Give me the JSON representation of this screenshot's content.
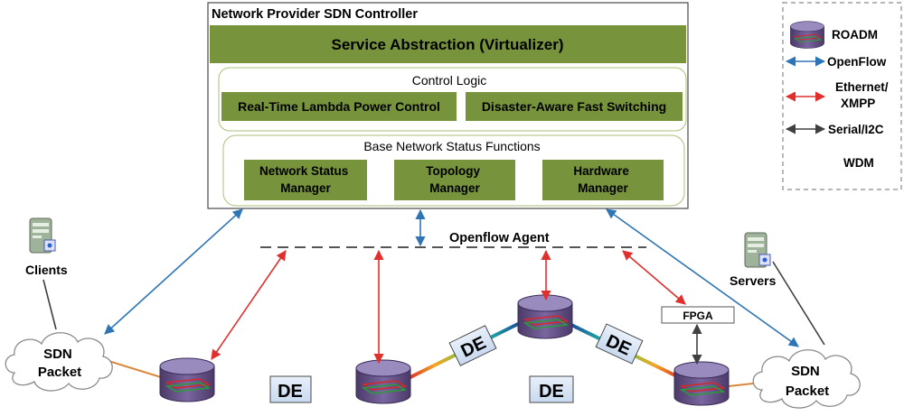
{
  "controller": {
    "title": "Network Provider SDN Controller",
    "service_abstraction": "Service Abstraction (Virtualizer)",
    "control_logic": {
      "title": "Control Logic",
      "modules": [
        "Real-Time Lambda Power Control",
        "Disaster-Aware Fast Switching"
      ]
    },
    "base_functions": {
      "title": "Base Network Status Functions",
      "modules": [
        [
          "Network Status",
          "Manager"
        ],
        [
          "Topology",
          "Manager"
        ],
        [
          "Hardware",
          "Manager"
        ]
      ]
    }
  },
  "agent_label": "Openflow Agent",
  "fpga_label": "FPGA",
  "clients_label": "Clients",
  "servers_label": "Servers",
  "clouds": [
    [
      "SDN",
      "Packet"
    ],
    [
      "SDN",
      "Packet"
    ]
  ],
  "de_label": "DE",
  "legend": {
    "items": [
      {
        "label": "ROADM",
        "icon": "roadm-icon"
      },
      {
        "label": "OpenFlow",
        "icon": "openflow-arrow-icon"
      },
      {
        "label": "Ethernet/",
        "label2": "XMPP",
        "icon": "ethernet-arrow-icon"
      },
      {
        "label": "Serial/I2C",
        "icon": "serial-arrow-icon"
      },
      {
        "label": "WDM",
        "icon": "wdm-line-icon"
      }
    ]
  },
  "colors": {
    "module_green": "#77933c",
    "openflow": "#2e75b6",
    "ethernet": "#e0302e",
    "serial": "#404040",
    "roadm_purple": "#5f4a80"
  }
}
